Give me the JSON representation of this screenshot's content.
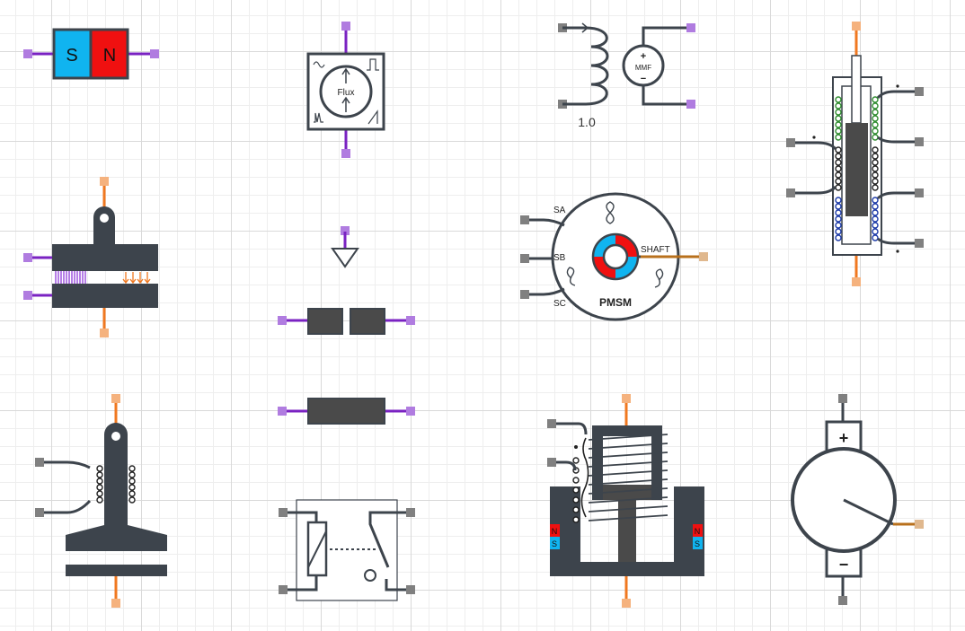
{
  "canvas": {
    "name": "magnetic-library-palette"
  },
  "colors": {
    "body": "#3d444c",
    "magnetic_port": "#8f3ad8",
    "mech_port": "#f28a2c",
    "elec_port": "#808080",
    "north": "#f01010",
    "south": "#10b4f0",
    "coil_green": "#2e8b2e",
    "coil_blue": "#1c3aa8",
    "shaft": "#b8701c"
  },
  "labels": {
    "magnet_south": "S",
    "magnet_north": "N",
    "flux_source": "Flux",
    "winding_turns": "1.0",
    "mmf_source": "MMF",
    "mmf_plus": "+",
    "mmf_minus": "−",
    "pmsm_phase_a": "SA",
    "pmsm_phase_b": "SB",
    "pmsm_phase_c": "SC",
    "pmsm_shaft": "SHAFT",
    "pmsm_name": "PMSM",
    "solenoid_north": "N",
    "solenoid_south": "S",
    "dc_motor_plus": "+",
    "dc_motor_minus": "−"
  }
}
